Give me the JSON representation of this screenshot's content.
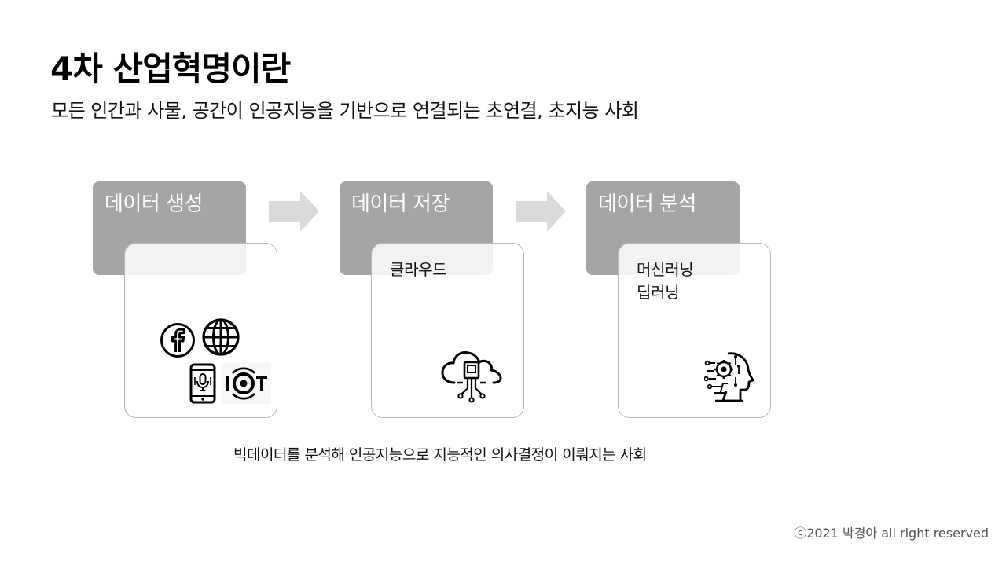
{
  "slide": {
    "title": "4차 산업혁명이란",
    "subtitle": "모든 인간과 사물, 공간이 인공지능을 기반으로 연결되는 초연결, 초지능 사회",
    "stages": [
      {
        "title": "데이터 생성",
        "lines": [],
        "icons": [
          "facebook-icon",
          "globe-icon",
          "voice-assistant-phone-icon",
          "iot-icon"
        ]
      },
      {
        "title": "데이터 저장",
        "lines": [
          "클라우드"
        ],
        "icons": [
          "cloud-computing-icon"
        ]
      },
      {
        "title": "데이터 분석",
        "lines": [
          "머신러닝",
          "딥러닝"
        ],
        "icons": [
          "ai-head-circuit-icon"
        ]
      }
    ],
    "caption": "빅데이터를 분석해 인공지능으로 지능적인 의사결정이 이뤄지는 사회",
    "copyright": "ⓒ2021 박경아 all right reserved"
  },
  "colors": {
    "stage_header": "#a5a5a5",
    "arrow": "#d9d9d9",
    "card_border": "#b8b8b8"
  }
}
